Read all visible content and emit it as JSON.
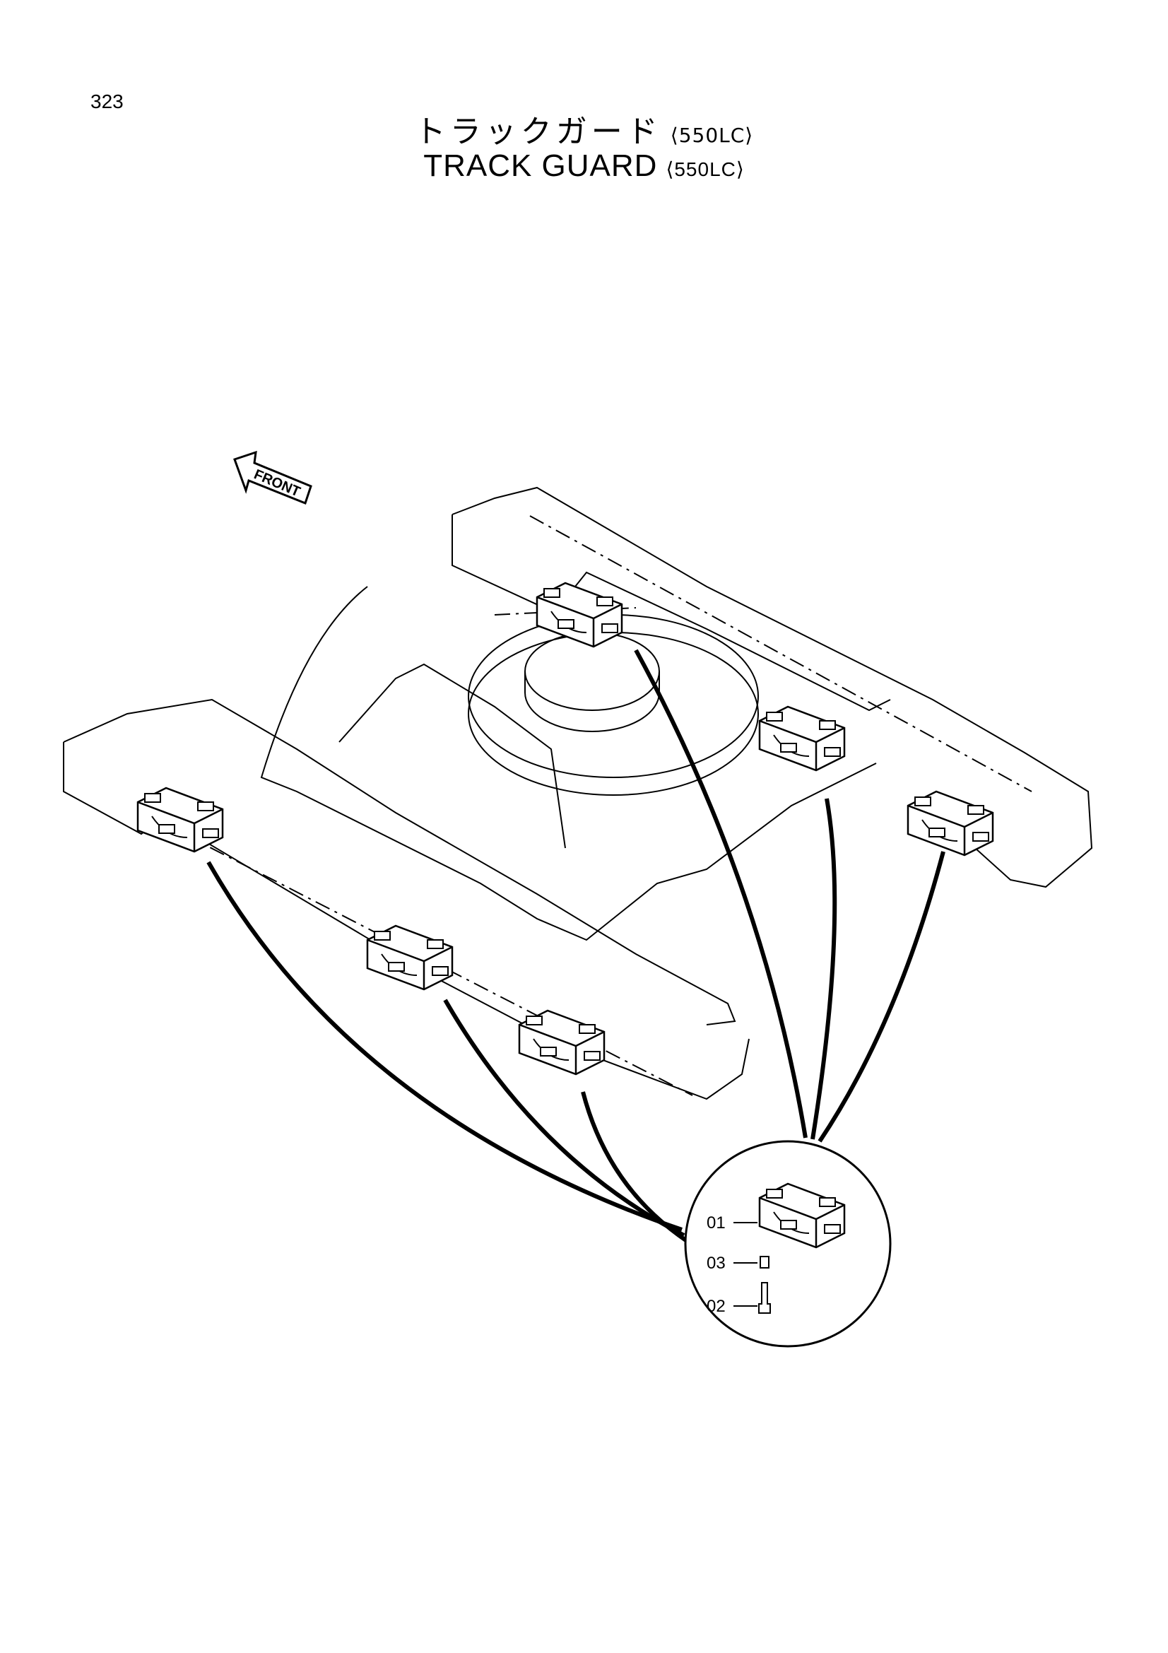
{
  "page_number": "323",
  "title": {
    "japanese": "トラックガード",
    "english": "TRACK GUARD",
    "model": "⟨550LC⟩"
  },
  "direction_label": "FRONT",
  "callouts": [
    {
      "number": "01"
    },
    {
      "number": "03"
    },
    {
      "number": "02"
    }
  ]
}
